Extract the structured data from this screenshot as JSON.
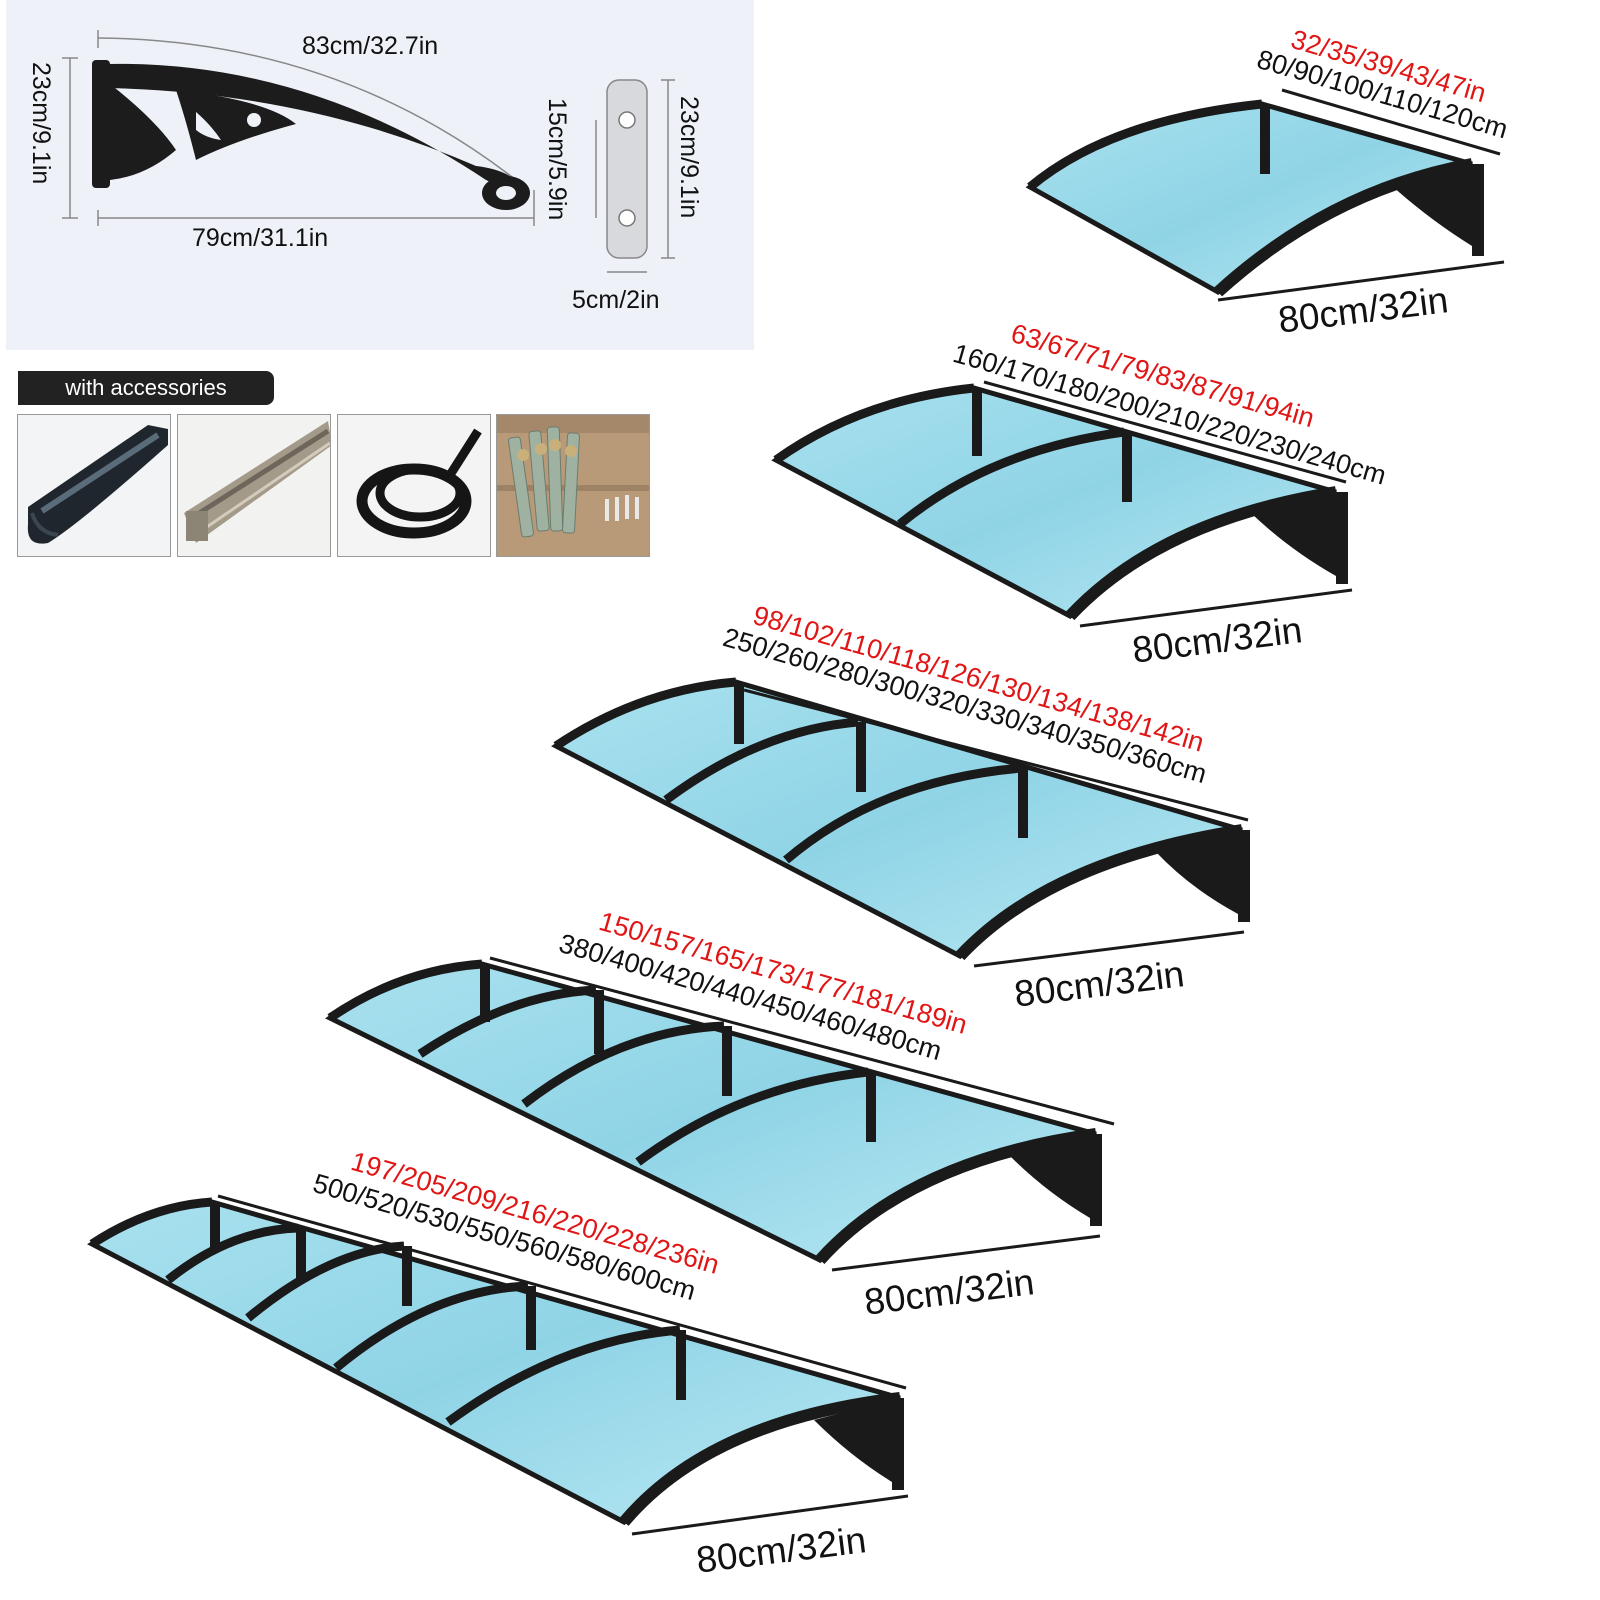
{
  "bracket_spec": {
    "arc_length": "83cm/32.7in",
    "height": "23cm/9.1in",
    "length": "79cm/31.1in"
  },
  "plate_spec": {
    "hole_spacing": "15cm/5.9in",
    "height": "23cm/9.1in",
    "width": "5cm/2in"
  },
  "accessories": {
    "label": "with accessories",
    "items": [
      "gutter-icon",
      "aluminum-rail-icon",
      "rubber-seal-icon",
      "anchor-bolts-icon"
    ]
  },
  "awnings": [
    {
      "inches": "32/35/39/43/47in",
      "cm": "80/90/100/110/120cm",
      "depth": "80cm/32in"
    },
    {
      "inches": "63/67/71/79/83/87/91/94in",
      "cm": "160/170/180/200/210/220/230/240cm",
      "depth": "80cm/32in"
    },
    {
      "inches": "98/102/110/118/126/130/134/138/142in",
      "cm": "250/260/280/300/320/330/340/350/360cm",
      "depth": "80cm/32in"
    },
    {
      "inches": "150/157/165/173/177/181/189in",
      "cm": "380/400/420/440/450/460/480cm",
      "depth": "80cm/32in"
    },
    {
      "inches": "197/205/209/216/220/228/236in",
      "cm": "500/520/530/550/560/580/600cm",
      "depth": "80cm/32in"
    }
  ],
  "colors": {
    "label_red": "#e01515",
    "panel_blue": "#8fd4e6",
    "frame_black": "#1a1a1a"
  }
}
